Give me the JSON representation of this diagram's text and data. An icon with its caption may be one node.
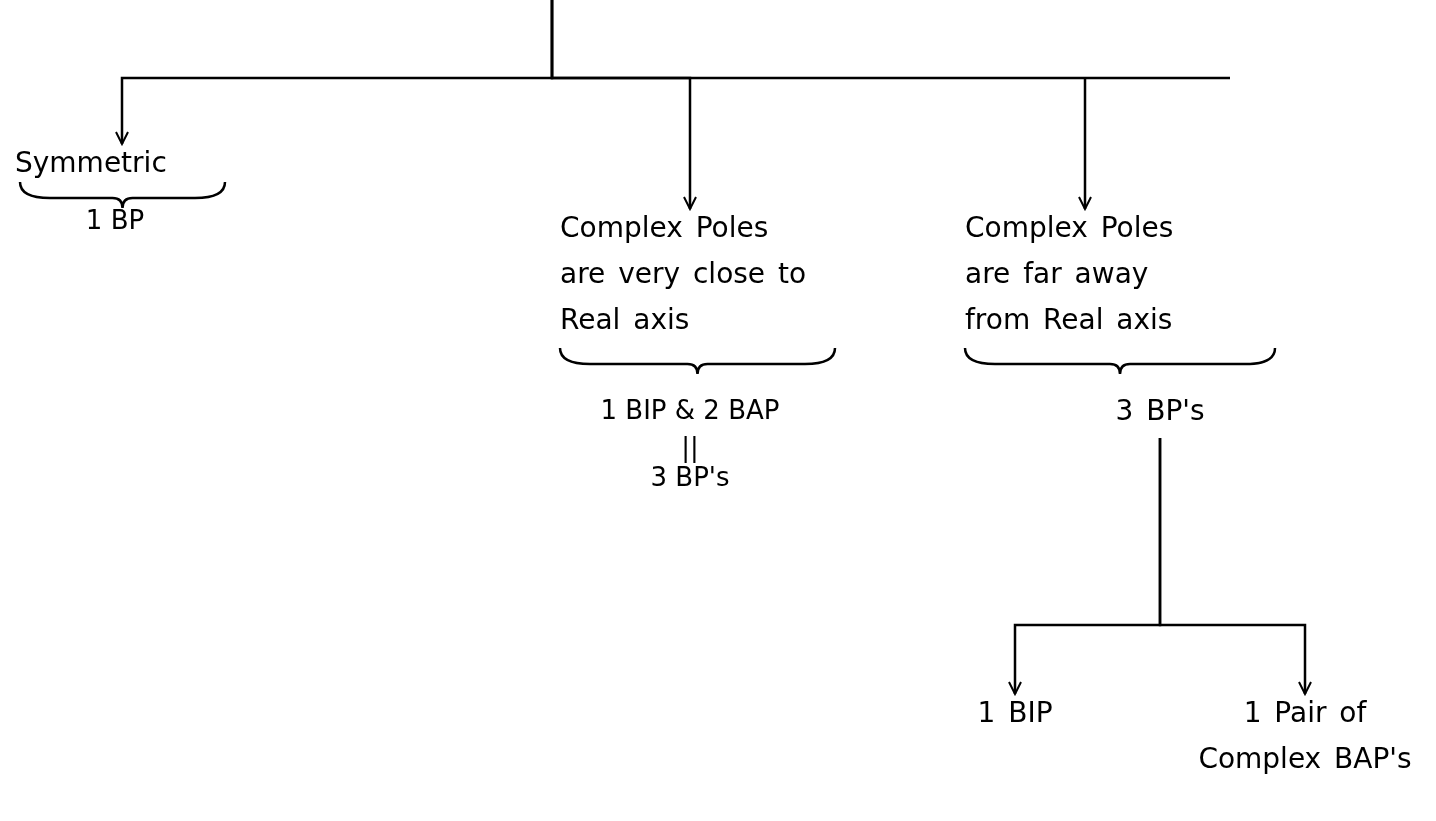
{
  "diagram": {
    "nodes": [
      {
        "text": [
          "Symmetric"
        ],
        "beside": [
          "1 BP"
        ]
      },
      {
        "text": [
          "Complex Poles are very close to Real axis"
        ],
        "beside": [
          "1 BIP & 2 BAP",
          "||",
          "3 BP's"
        ]
      },
      {
        "text": [
          "Complex Poles are far away from Real axis"
        ]
      },
      {
        "text": [
          "3 BP's"
        ]
      },
      {
        "text": [
          "1 BIP"
        ]
      },
      {
        "text": [
          "1 Pair of Complex BAP's"
        ]
      }
    ],
    "edges": [
      {
        "from": null,
        "to": 0,
        "arrow": "to"
      },
      {
        "from": null,
        "to": 1,
        "arrow": "to"
      },
      {
        "from": null,
        "to": 2,
        "arrow": "to"
      },
      {
        "from": 3,
        "to": 4,
        "arrow": "to"
      },
      {
        "from": 3,
        "to": 5,
        "arrow": "to"
      }
    ]
  }
}
